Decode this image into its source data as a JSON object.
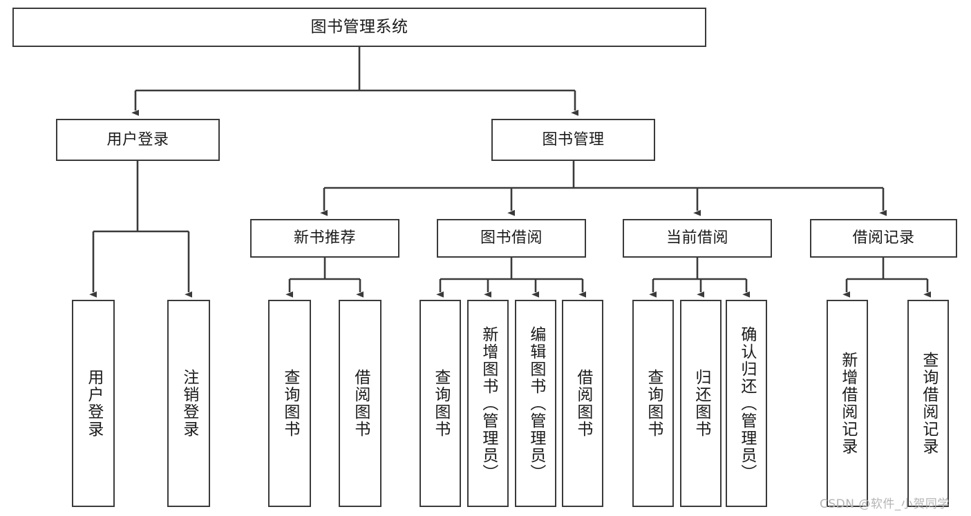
{
  "diagram": {
    "title": "图书管理系统",
    "type": "function-structure-tree",
    "watermark": "CSDN @软件_小贺同学",
    "colors": {
      "border": "#3a3a3a",
      "background": "#ffffff",
      "text": "#1a1a1a",
      "watermark": "#b4b4b4"
    },
    "levels": {
      "root": {
        "label": "图书管理系统"
      },
      "level2": [
        {
          "label": "用户登录"
        },
        {
          "label": "图书管理"
        }
      ],
      "level3": [
        {
          "label": "新书推荐"
        },
        {
          "label": "图书借阅"
        },
        {
          "label": "当前借阅"
        },
        {
          "label": "借阅记录"
        }
      ],
      "leaves": {
        "user_login": [
          {
            "label": "用户登录"
          },
          {
            "label": "注销登录"
          }
        ],
        "new_book_recommend": [
          {
            "label": "查询图书"
          },
          {
            "label": "借阅图书"
          }
        ],
        "book_borrow": [
          {
            "label": "查询图书"
          },
          {
            "label": "新增图书（管理员）"
          },
          {
            "label": "编辑图书（管理员）"
          },
          {
            "label": "借阅图书"
          }
        ],
        "current_borrow": [
          {
            "label": "查询图书"
          },
          {
            "label": "归还图书"
          },
          {
            "label": "确认归还（管理员）"
          }
        ],
        "borrow_records": [
          {
            "label": "新增借阅记录"
          },
          {
            "label": "查询借阅记录"
          }
        ]
      }
    }
  }
}
